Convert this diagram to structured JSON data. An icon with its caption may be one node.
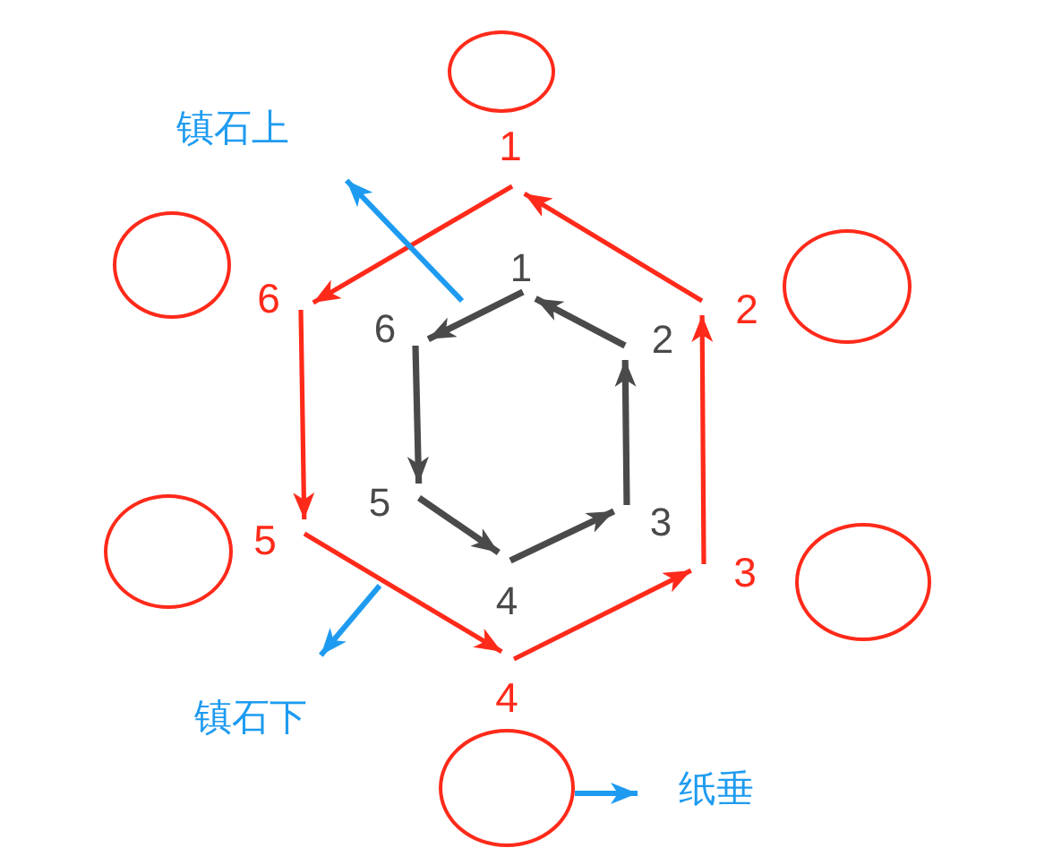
{
  "diagram": {
    "nodes": [
      {
        "text": [
          "镇石上"
        ]
      },
      {
        "text": [
          "1"
        ]
      },
      {
        "text": [
          "2"
        ]
      },
      {
        "text": [
          "3"
        ]
      },
      {
        "text": [
          "4"
        ]
      },
      {
        "text": [
          "5"
        ]
      },
      {
        "text": [
          "6"
        ]
      },
      {
        "text": [
          "1"
        ]
      },
      {
        "text": [
          "2"
        ]
      },
      {
        "text": [
          "3"
        ]
      },
      {
        "text": [
          "4"
        ]
      },
      {
        "text": [
          "5"
        ]
      },
      {
        "text": [
          "6"
        ]
      },
      {
        "text": [],
        "shape": "circle"
      },
      {
        "text": [],
        "shape": "circle"
      },
      {
        "text": [],
        "shape": "circle"
      },
      {
        "text": [],
        "shape": "circle"
      },
      {
        "text": [],
        "shape": "circle"
      },
      {
        "text": [],
        "shape": "circle"
      },
      {
        "text": [
          "镇石下"
        ]
      },
      {
        "text": [
          "纸垂"
        ]
      }
    ],
    "edges": [
      {
        "from": 2,
        "to": 1,
        "arrow": "to",
        "color": "#ff2a1a"
      },
      {
        "from": 1,
        "to": 6,
        "arrow": "to",
        "color": "#ff2a1a"
      },
      {
        "from": 6,
        "to": 5,
        "arrow": "to",
        "color": "#ff2a1a"
      },
      {
        "from": 5,
        "to": 4,
        "arrow": "to",
        "color": "#ff2a1a"
      },
      {
        "from": 4,
        "to": 3,
        "arrow": "to",
        "color": "#ff2a1a"
      },
      {
        "from": 3,
        "to": 2,
        "arrow": "to",
        "color": "#ff2a1a"
      },
      {
        "from": 8,
        "to": 7,
        "arrow": "to",
        "color": "#4a4a4a"
      },
      {
        "from": 7,
        "to": 12,
        "arrow": "to",
        "color": "#4a4a4a"
      },
      {
        "from": 12,
        "to": 11,
        "arrow": "to",
        "color": "#4a4a4a"
      },
      {
        "from": 11,
        "to": 10,
        "arrow": "to",
        "color": "#4a4a4a"
      },
      {
        "from": 10,
        "to": 9,
        "arrow": "to",
        "color": "#4a4a4a"
      },
      {
        "from": 9,
        "to": 8,
        "arrow": "to",
        "color": "#4a4a4a"
      },
      {
        "from": null,
        "to": 0,
        "arrow": "to",
        "color": "#1e9bf0"
      },
      {
        "from": null,
        "to": 19,
        "arrow": "to",
        "color": "#1e9bf0"
      },
      {
        "from": 18,
        "to": 20,
        "arrow": "to",
        "color": "#1e9bf0"
      }
    ]
  }
}
